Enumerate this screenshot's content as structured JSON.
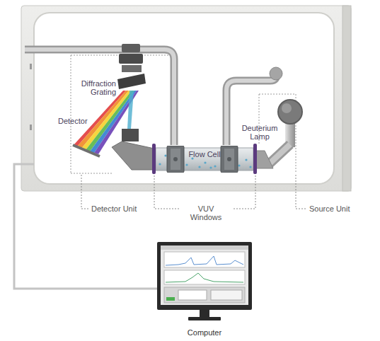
{
  "diagram": {
    "nodes": [
      {
        "text": [
          "Flow Cell"
        ]
      },
      {
        "text": [
          "Computer"
        ]
      }
    ],
    "labels": [
      "Diffraction Grating",
      "Detector",
      "Deuterium Lamp",
      "Detector Unit",
      "VUV Windows",
      "Source Unit"
    ]
  }
}
